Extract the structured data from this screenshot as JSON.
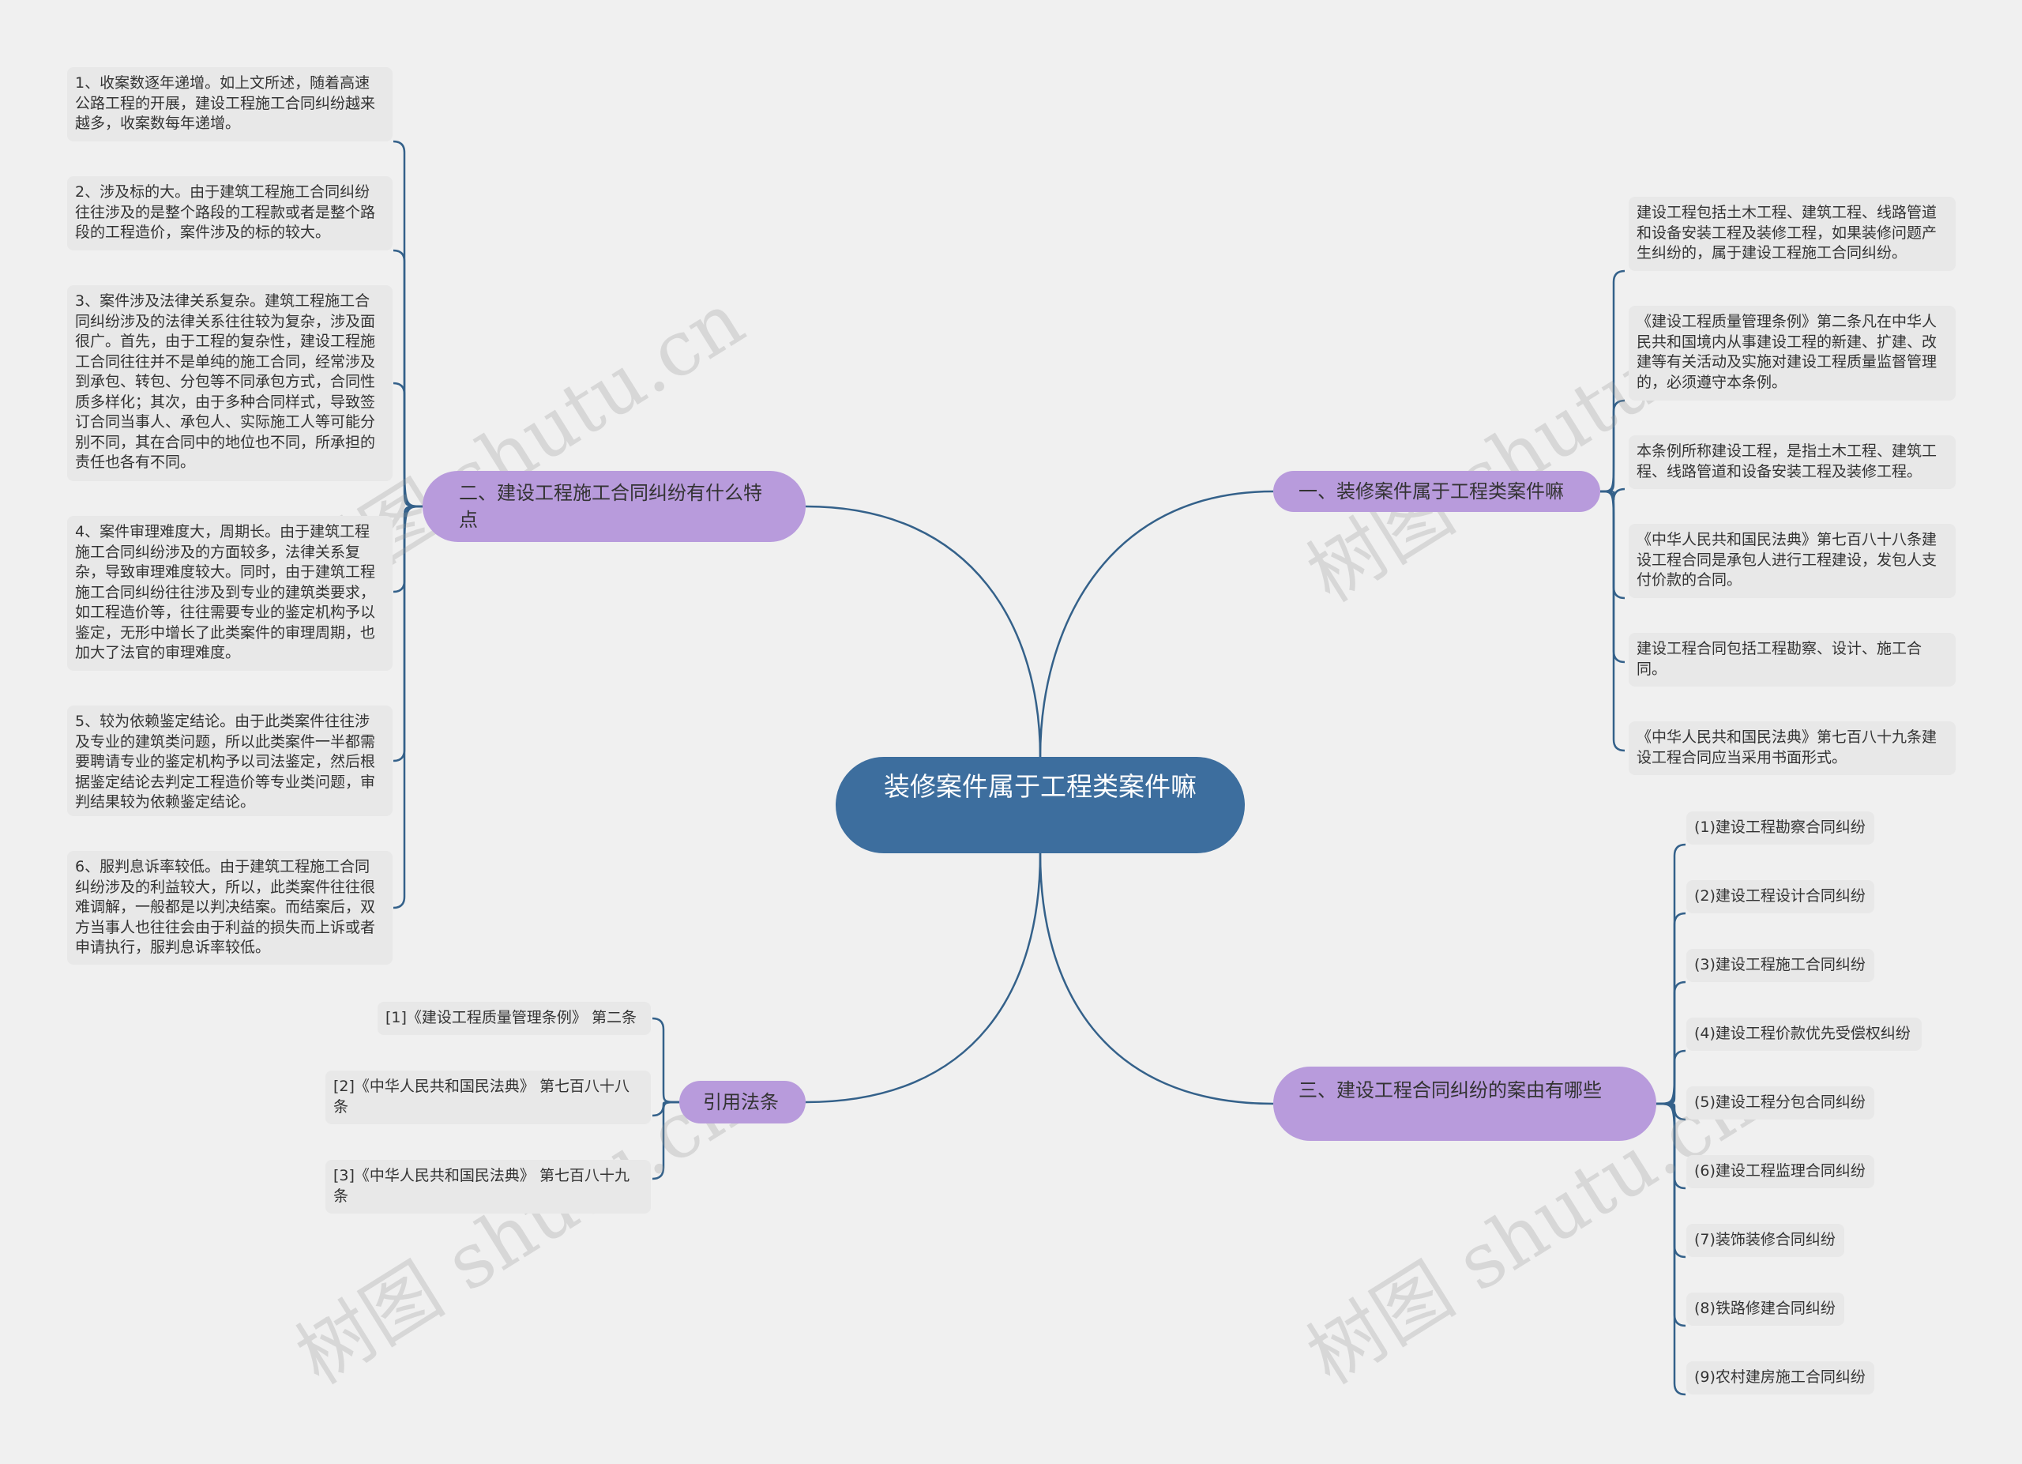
{
  "watermark": "树图 shutu.cn",
  "colors": {
    "background": "#f0f0f0",
    "root": "#3d6e9e",
    "branch": "#b89bdc",
    "leaf": "#e8e8e8",
    "line": "#34618a"
  },
  "root": {
    "title": "装修案件属于工程类案件嘛"
  },
  "branches": {
    "b1": {
      "title": "一、装修案件属于工程类案件嘛",
      "items": [
        "建设工程包括土木工程、建筑工程、线路管道和设备安装工程及装修工程，如果装修问题产生纠纷的，属于建设工程施工合同纠纷。",
        "《建设工程质量管理条例》第二条凡在中华人民共和国境内从事建设工程的新建、扩建、改建等有关活动及实施对建设工程质量监督管理的，必须遵守本条例。",
        "本条例所称建设工程，是指土木工程、建筑工程、线路管道和设备安装工程及装修工程。",
        "《中华人民共和国民法典》第七百八十八条建设工程合同是承包人进行工程建设，发包人支付价款的合同。",
        "建设工程合同包括工程勘察、设计、施工合同。",
        "《中华人民共和国民法典》第七百八十九条建设工程合同应当采用书面形式。"
      ]
    },
    "b2": {
      "title": "二、建设工程施工合同纠纷有什么特点",
      "items": [
        "1、收案数逐年递增。如上文所述，随着高速公路工程的开展，建设工程施工合同纠纷越来越多，收案数每年递增。",
        "2、涉及标的大。由于建筑工程施工合同纠纷往往涉及的是整个路段的工程款或者是整个路段的工程造价，案件涉及的标的较大。",
        "3、案件涉及法律关系复杂。建筑工程施工合同纠纷涉及的法律关系往往较为复杂，涉及面很广。首先，由于工程的复杂性，建设工程施工合同往往并不是单纯的施工合同，经常涉及到承包、转包、分包等不同承包方式，合同性质多样化；其次，由于多种合同样式，导致签订合同当事人、承包人、实际施工人等可能分别不同，其在合同中的地位也不同，所承担的责任也各有不同。",
        "4、案件审理难度大，周期长。由于建筑工程施工合同纠纷涉及的方面较多，法律关系复杂，导致审理难度较大。同时，由于建筑工程施工合同纠纷往往涉及到专业的建筑类要求，如工程造价等，往往需要专业的鉴定机构予以鉴定，无形中增长了此类案件的审理周期，也加大了法官的审理难度。",
        "5、较为依赖鉴定结论。由于此类案件往往涉及专业的建筑类问题，所以此类案件一半都需要聘请专业的鉴定机构予以司法鉴定，然后根据鉴定结论去判定工程造价等专业类问题，审判结果较为依赖鉴定结论。",
        "6、服判息诉率较低。由于建筑工程施工合同纠纷涉及的利益较大，所以，此类案件往往很难调解，一般都是以判决结案。而结案后，双方当事人也往往会由于利益的损失而上诉或者申请执行，服判息诉率较低。"
      ]
    },
    "b3": {
      "title": "三、建设工程合同纠纷的案由有哪些",
      "items": [
        "(1)建设工程勘察合同纠纷",
        "(2)建设工程设计合同纠纷",
        "(3)建设工程施工合同纠纷",
        "(4)建设工程价款优先受偿权纠纷",
        "(5)建设工程分包合同纠纷",
        "(6)建设工程监理合同纠纷",
        "(7)装饰装修合同纠纷",
        "(8)铁路修建合同纠纷",
        "(9)农村建房施工合同纠纷"
      ]
    },
    "b4": {
      "title": "引用法条",
      "items": [
        "[1]《建设工程质量管理条例》 第二条",
        "[2]《中华人民共和国民法典》 第七百八十八条",
        "[3]《中华人民共和国民法典》 第七百八十九条"
      ]
    }
  }
}
